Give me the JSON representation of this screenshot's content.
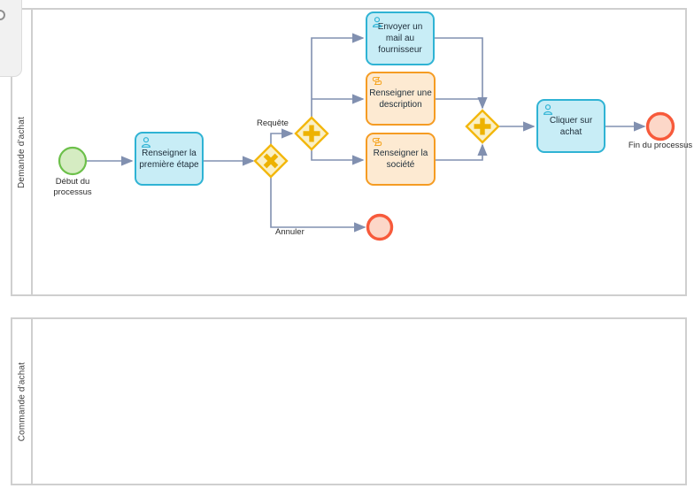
{
  "pools": [
    {
      "label": "Demande d'achat"
    },
    {
      "label": "Commande d'achat"
    }
  ],
  "nodes": {
    "start": {
      "label": "Début du processus",
      "type": "start-event"
    },
    "first_step": {
      "label": "Renseigner la première étape",
      "type": "user-task",
      "icon": "user-icon"
    },
    "mail": {
      "label": "Envoyer un mail au fournisseur",
      "type": "user-task",
      "icon": "user-icon"
    },
    "description": {
      "label": "Renseigner une description",
      "type": "script-task",
      "icon": "script-icon"
    },
    "societe": {
      "label": "Renseigner la société",
      "type": "script-task",
      "icon": "script-icon"
    },
    "click": {
      "label": "Cliquer sur achat",
      "type": "user-task",
      "icon": "user-icon"
    },
    "fin": {
      "label": "Fin du processus",
      "type": "end-event"
    },
    "cancel_end": {
      "label": "",
      "type": "end-event"
    }
  },
  "flow_labels": {
    "requete": "Requête",
    "annuler": "Annuler"
  },
  "colors": {
    "task_blue_fill": "#c8edf6",
    "task_blue_stroke": "#2fb3d4",
    "task_orange_fill": "#fdead2",
    "task_orange_stroke": "#f59c23",
    "gateway_fill": "#faf0c6",
    "gateway_stroke": "#f3b70c",
    "gateway_symbol": "#edb200",
    "start_fill": "#d5ecc2",
    "start_stroke": "#6cc04a",
    "end_fill": "#fcd7c8",
    "end_stroke": "#f75a3b",
    "connector": "#8190b0",
    "pool_border": "#cfcfcf"
  }
}
